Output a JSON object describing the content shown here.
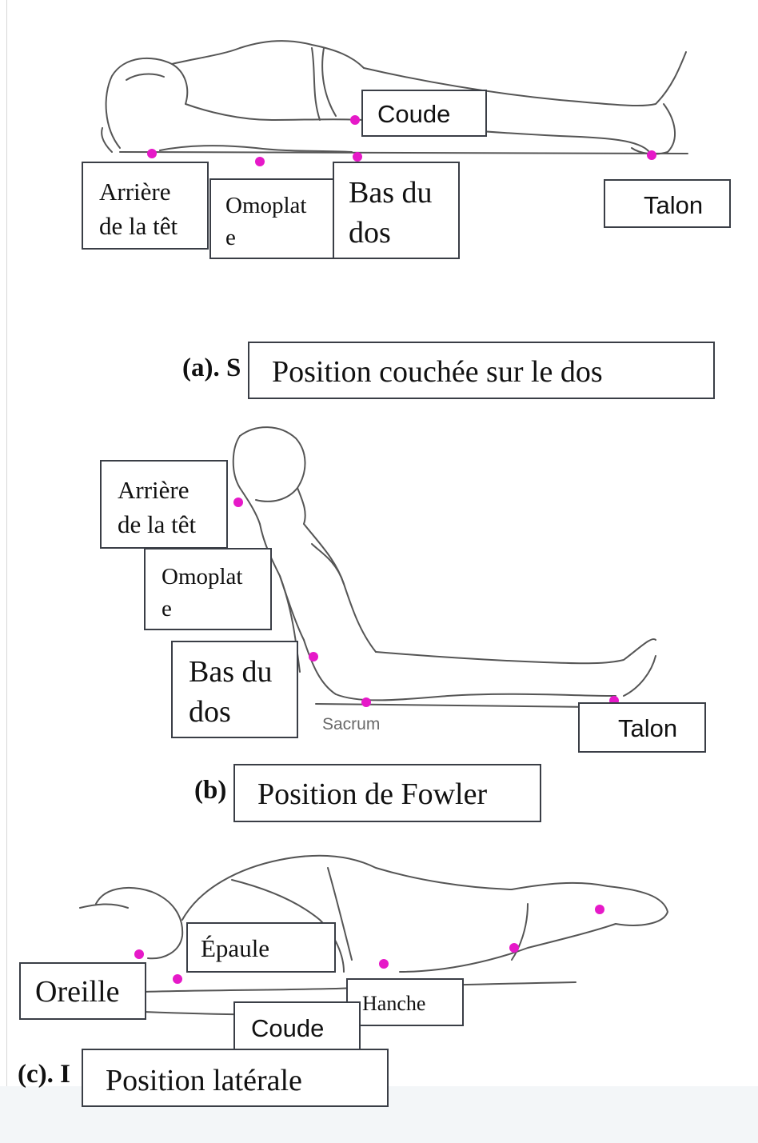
{
  "colors": {
    "marker": "#e619c8",
    "outline": "#3a3e46",
    "sketch": "#555555"
  },
  "panel_a": {
    "caption_letter": "(a). S",
    "title": "Position couchée sur le dos",
    "labels": {
      "coude": "Coude",
      "arriere_tete_l1": "Arrière",
      "arriere_tete_l2": "de la têt",
      "omoplate_l1": "Omoplat",
      "omoplate_l2": "e",
      "bas_dos_l1": "Bas du",
      "bas_dos_l2": "dos",
      "talon": "Talon"
    }
  },
  "panel_b": {
    "caption_letter": "(b)",
    "title": "Position de Fowler",
    "labels": {
      "arriere_tete_l1": "Arrière",
      "arriere_tete_l2": "de la têt",
      "omoplate_l1": "Omoplat",
      "omoplate_l2": "e",
      "bas_dos_l1": "Bas du",
      "bas_dos_l2": "dos",
      "talon": "Talon",
      "sacrum": "Sacrum"
    }
  },
  "panel_c": {
    "caption_letter": "(c). I",
    "title": "Position latérale",
    "labels": {
      "epaule": "Épaule",
      "oreille": "Oreille",
      "hanche": "Hanche",
      "coude": "Coude"
    }
  }
}
